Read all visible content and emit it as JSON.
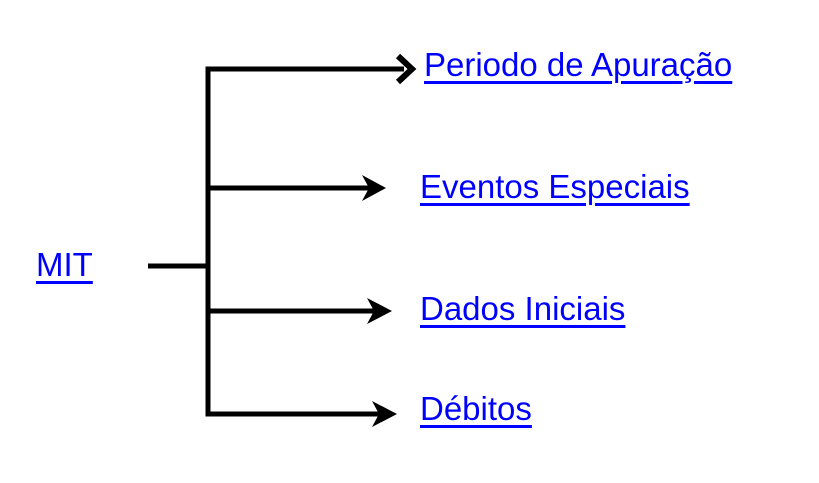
{
  "diagram": {
    "type": "tree",
    "orientation": "left-to-right",
    "root": {
      "id": "mit",
      "label": "MIT",
      "color": "#0000ff",
      "underlined": true
    },
    "branches": [
      {
        "id": "periodo-de-apuracao",
        "label": "Periodo de Apuração",
        "color": "#0000ff",
        "underlined": true,
        "arrow_style": "open-chevron"
      },
      {
        "id": "eventos-especiais",
        "label": "Eventos Especiais",
        "color": "#0000ff",
        "underlined": true,
        "arrow_style": "solid-triangle"
      },
      {
        "id": "dados-iniciais",
        "label": "Dados Iniciais",
        "color": "#0000ff",
        "underlined": true,
        "arrow_style": "solid-triangle"
      },
      {
        "id": "debitos",
        "label": "Débitos",
        "color": "#0000ff",
        "underlined": true,
        "arrow_style": "solid-triangle"
      }
    ],
    "connector_color": "#000000",
    "background_color": "#ffffff"
  }
}
